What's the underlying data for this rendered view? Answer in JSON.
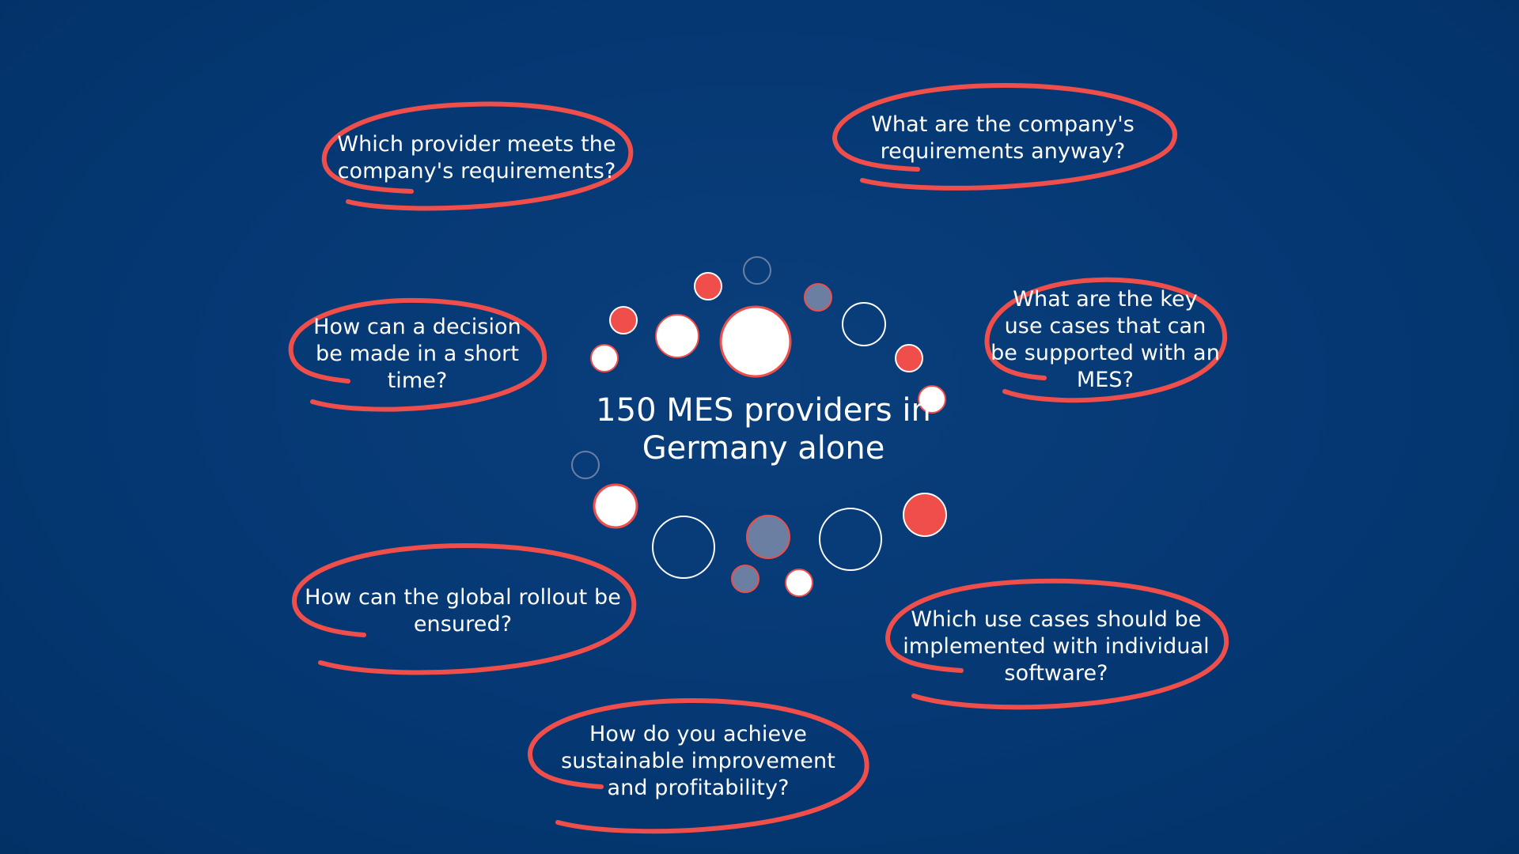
{
  "center": {
    "title": "150 MES providers in Germany alone"
  },
  "questions": [
    "Which provider meets the company's requirements?",
    "What are the company's requirements anyway?",
    "How can a decision be made in a short time?",
    "What are the key use cases that can be supported with an MES?",
    "How can the global rollout be ensured?",
    "Which use cases should be implemented with individual software?",
    "How do you achieve sustainable improvement and profitability?"
  ],
  "colors": {
    "background": "#033872",
    "accent_red": "#f04e4b",
    "bubble_white": "#ffffff",
    "bubble_gray": "#6b7fa3"
  }
}
